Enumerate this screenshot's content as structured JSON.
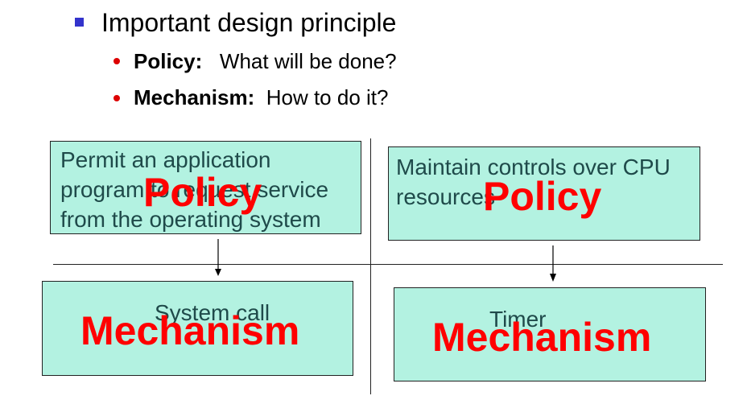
{
  "heading": {
    "bullet_icon": "square-bullet-icon",
    "text": "Important design principle"
  },
  "points": [
    {
      "term": "Policy:",
      "desc": "What will be done?"
    },
    {
      "term": "Mechanism:",
      "desc": "How to do it?"
    }
  ],
  "colors": {
    "box_fill": "#b3f2e1",
    "overlay_red": "#ff0000",
    "square_bullet": "#3333cc",
    "round_bullet": "#dd0000"
  },
  "quadrants": {
    "top_left": {
      "lines": [
        "Permit an application",
        "program to request service",
        "from the operating system"
      ],
      "overlay": "Policy"
    },
    "top_right": {
      "lines": [
        "Maintain controls over CPU",
        "resources"
      ],
      "overlay": "Policy"
    },
    "bottom_left": {
      "text": "System call",
      "overlay": "Mechanism"
    },
    "bottom_right": {
      "text": "Timer",
      "overlay": "Mechanism"
    }
  }
}
